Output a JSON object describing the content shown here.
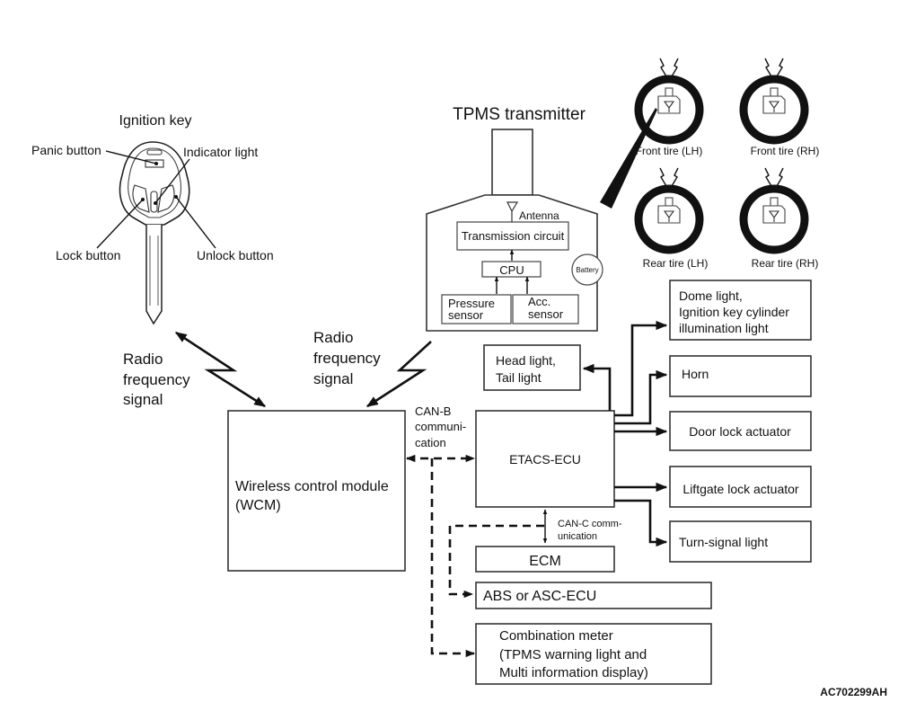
{
  "figure_id": "AC702299AH",
  "ignition_key": {
    "title": "Ignition key",
    "labels": {
      "panic": "Panic button",
      "indicator": "Indicator light",
      "lock": "Lock button",
      "unlock": "Unlock button"
    }
  },
  "tpms_transmitter": {
    "title": "TPMS transmitter",
    "antenna": "Antenna",
    "transmission": "Transmission circuit",
    "cpu": "CPU",
    "battery": "Battery",
    "pressure": [
      "Pressure",
      "sensor"
    ],
    "acc": [
      "Acc.",
      "sensor"
    ]
  },
  "tires": [
    "Front tire (LH)",
    "Front tire (RH)",
    "Rear tire (LH)",
    "Rear tire (RH)"
  ],
  "signals": {
    "rf_left": [
      "Radio",
      "frequency",
      "signal"
    ],
    "rf_right": [
      "Radio",
      "frequency",
      "signal"
    ],
    "can_b": [
      "CAN-B",
      "communi-",
      "cation"
    ],
    "can_c": [
      "CAN-C comm-",
      "unication"
    ]
  },
  "wcm": [
    "Wireless control module",
    "(WCM)"
  ],
  "etacs": "ETACS-ECU",
  "outputs": {
    "dome": [
      "Dome light,",
      "Ignition key cylinder",
      "illumination light"
    ],
    "head": [
      "Head light,",
      "Tail light"
    ],
    "horn": "Horn",
    "door": "Door lock actuator",
    "liftgate": "Liftgate lock actuator",
    "turn": "Turn-signal light"
  },
  "ecm": "ECM",
  "abs": "ABS or ASC-ECU",
  "combination": [
    "Combination meter",
    "(TPMS warning light and",
    "Multi information display)"
  ]
}
